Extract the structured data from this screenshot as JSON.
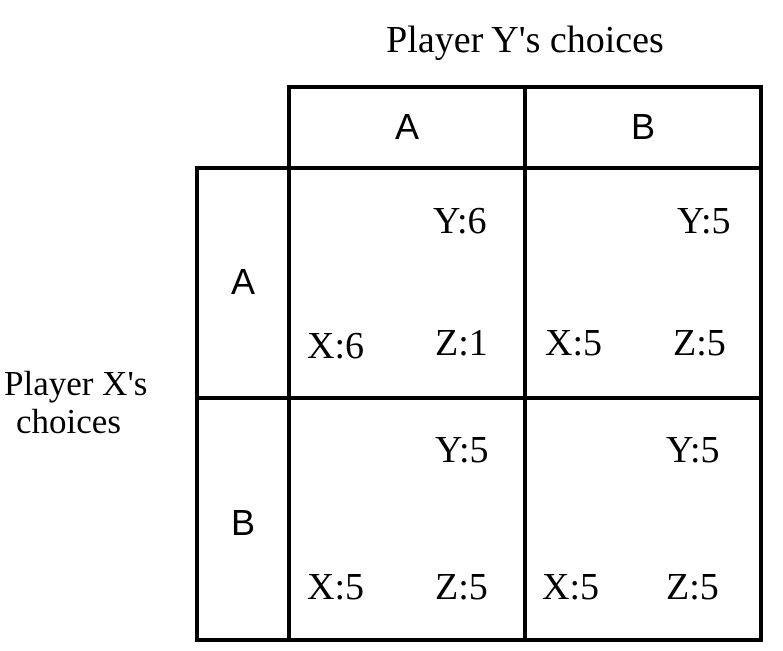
{
  "title_top": "Player Y's choices",
  "title_side": {
    "line1": "Player X's",
    "line2": "choices"
  },
  "columns": [
    "A",
    "B"
  ],
  "rows": [
    "A",
    "B"
  ],
  "cells": [
    [
      {
        "y": "Y:6",
        "x": "X:6",
        "z": "Z:1"
      },
      {
        "y": "Y:5",
        "x": "X:5",
        "z": "Z:5"
      }
    ],
    [
      {
        "y": "Y:5",
        "x": "X:5",
        "z": "Z:5"
      },
      {
        "y": "Y:5",
        "x": "X:5",
        "z": "Z:5"
      }
    ]
  ]
}
